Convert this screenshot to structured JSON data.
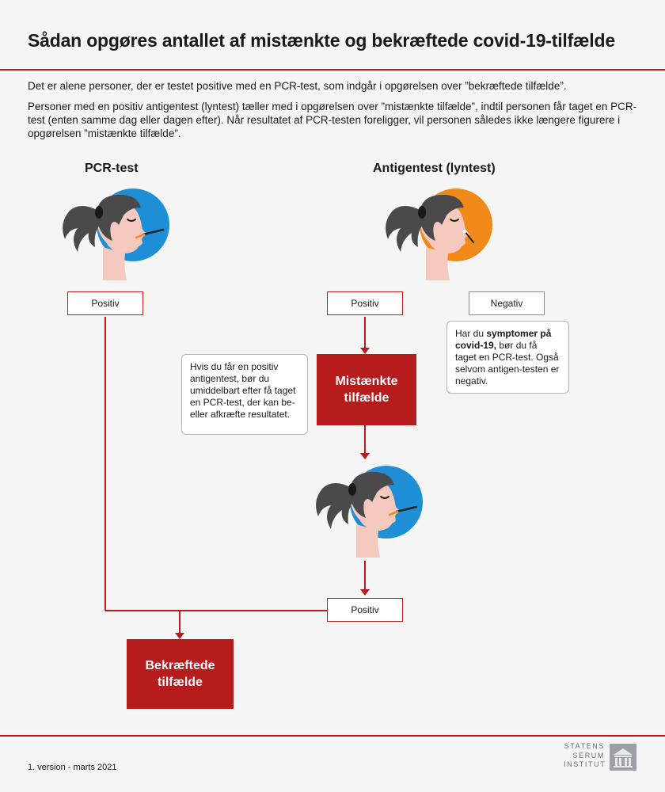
{
  "title": "Sådan opgøres antallet af mistænkte og bekræftede covid-19-tilfælde",
  "intro": {
    "p1": "Det er alene personer, der er testet positive med en PCR-test, som indgår i opgørelsen over ”bekræftede tilfælde”.",
    "p2": "Personer med en positiv antigentest (lyntest) tæller med i opgørelsen over ”mistænkte tilfælde”, indtil personen får taget en PCR-test (enten samme dag eller dagen efter). Når resultatet af PCR-testen foreligger, vil personen således ikke længere figurere i opgørelsen ”mistænkte tilfælde”."
  },
  "headings": {
    "pcr": "PCR-test",
    "antigen": "Antigentest (lyntest)"
  },
  "boxes": {
    "pcr_positive": "Positiv",
    "antigen_positive": "Positiv",
    "antigen_negative": "Negativ",
    "second_pcr_positive": "Positiv"
  },
  "red_boxes": {
    "suspected_line1": "Mistænkte",
    "suspected_line2": "tilfælde",
    "confirmed_line1": "Bekræftede",
    "confirmed_line2": "tilfælde"
  },
  "notes": {
    "positive_antigen": "Hvis du får en positiv antigentest, bør du umiddelbart efter få taget en PCR-test, der kan be- eller afkræfte resultatet.",
    "symptoms_prefix": "Har du ",
    "symptoms_bold": "symptomer på covid-19,",
    "symptoms_suffix": " bør du få taget en PCR-test. Også selvom antigen-testen er negativ."
  },
  "footer": {
    "version": "1. version - marts 2021",
    "logo_line1": "STATENS",
    "logo_line2": "SERUM",
    "logo_line3": "INSTITUT"
  },
  "icons": {
    "pcr_test": "pcr-test-person-icon",
    "antigen_test": "antigen-test-person-icon",
    "second_pcr_test": "pcr-test-person-icon"
  },
  "colors": {
    "accent_red": "#b71c1c",
    "pcr_blue": "#1e8fd6",
    "antigen_orange": "#f28a1a",
    "hair": "#4a4a4a",
    "skin": "#f6c9bf"
  }
}
